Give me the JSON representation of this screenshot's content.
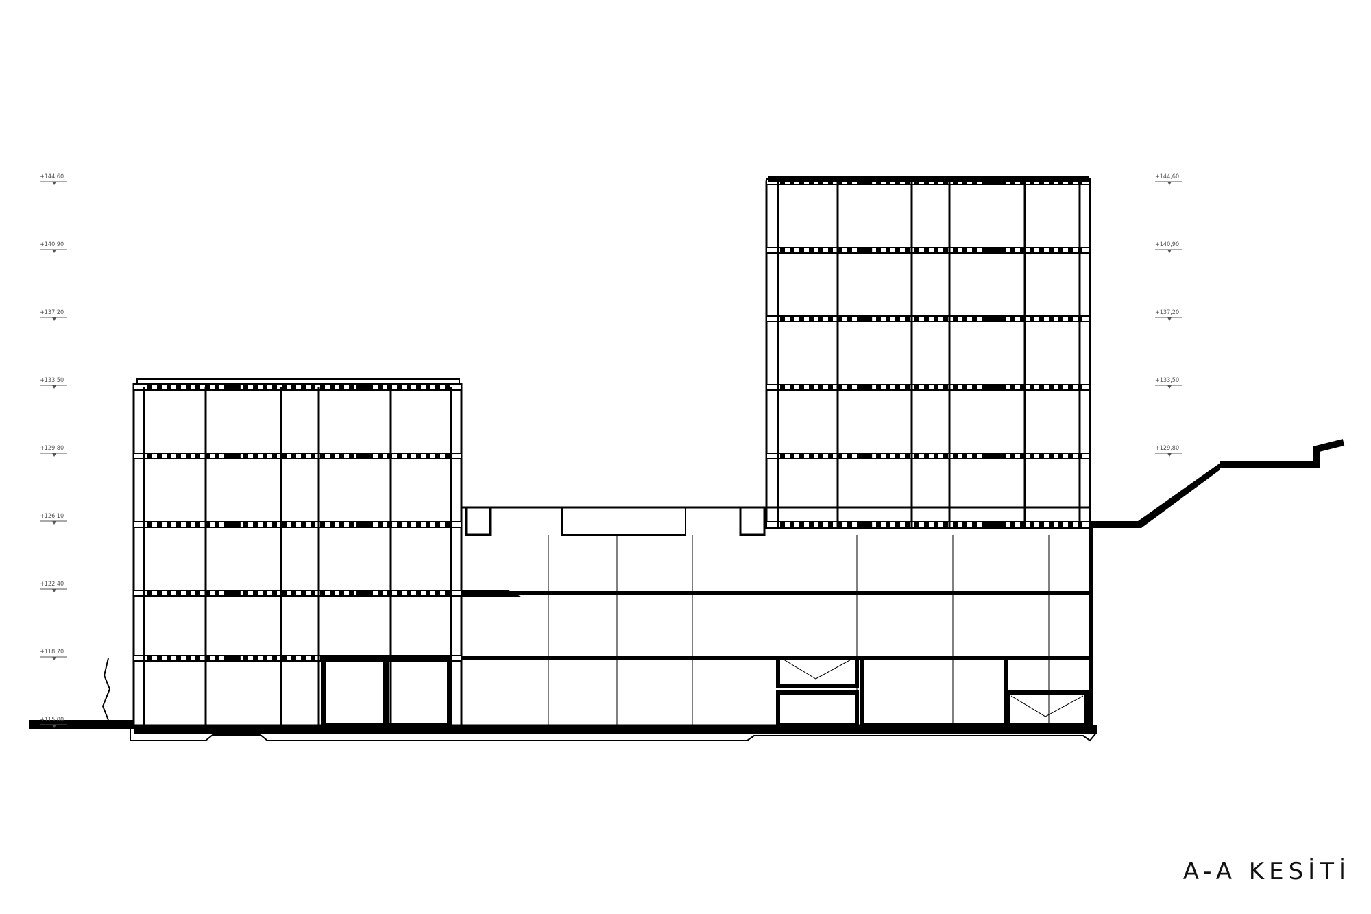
{
  "title": "A-A KESİTİ",
  "levels_left": [
    "+144,60",
    "+140,90",
    "+137,20",
    "+133,50",
    "+129,80",
    "+126,10",
    "+122,40",
    "+118,70",
    "+115,00"
  ],
  "levels_right": [
    "+144,60",
    "+140,90",
    "+137,20",
    "+133,50",
    "+129,80"
  ]
}
